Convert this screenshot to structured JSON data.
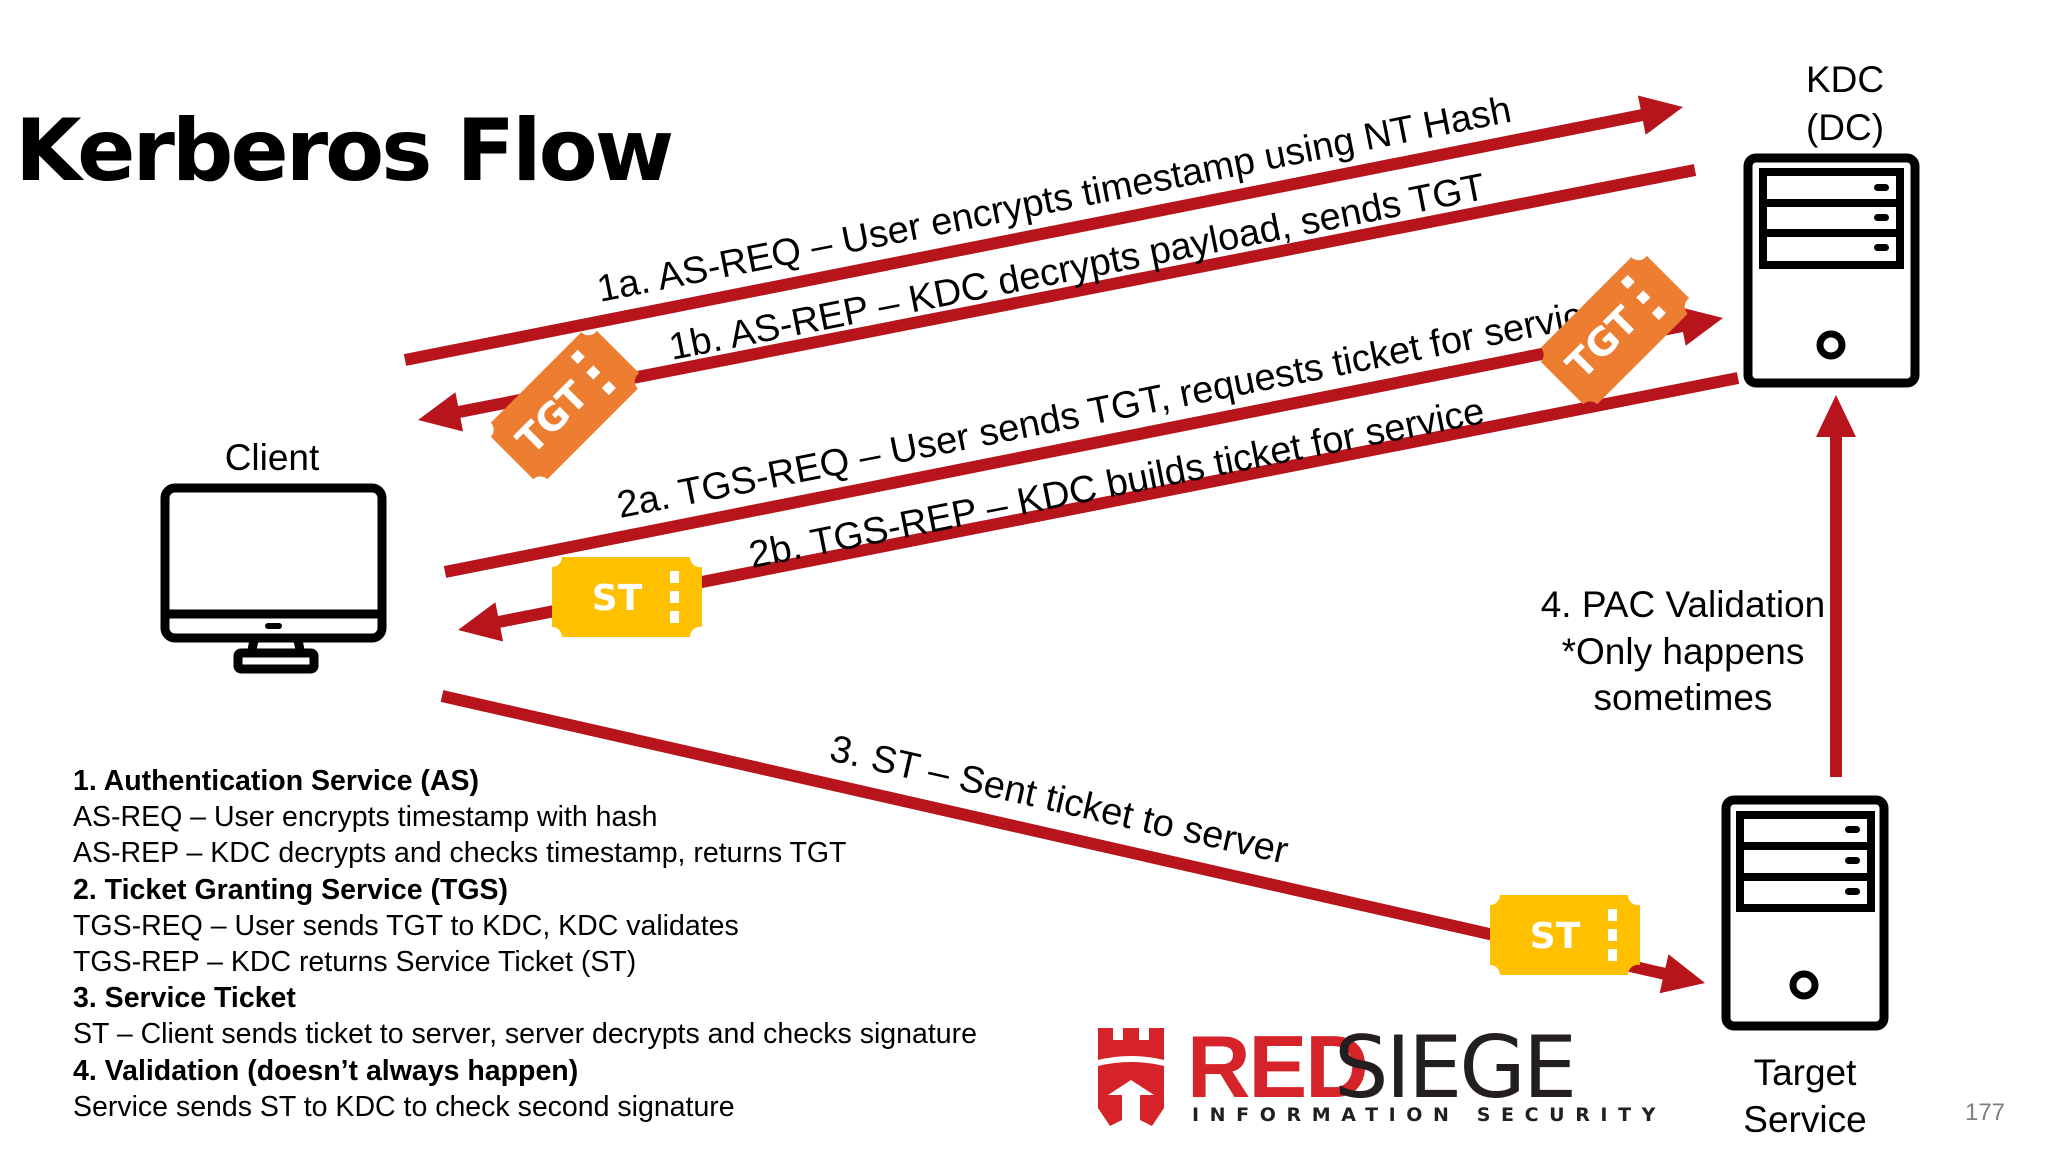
{
  "slide": {
    "title": "Kerberos Flow",
    "page_number": "177"
  },
  "colors": {
    "arrow": "#b7141c",
    "tgt_ticket": "#ed7d31",
    "st_ticket": "#ffc000",
    "brand_red": "#d62229"
  },
  "nodes": {
    "client": "Client",
    "kdc_line1": "KDC",
    "kdc_line2": "(DC)",
    "target_line1": "Target",
    "target_line2": "Service"
  },
  "arrows": {
    "as_req": "1a. AS-REQ – User encrypts timestamp using NT Hash",
    "as_rep": "1b. AS-REP – KDC decrypts payload, sends TGT",
    "tgs_req": "2a. TGS-REQ – User sends TGT, requests ticket for service",
    "tgs_rep": "2b. TGS-REP – KDC builds ticket for service",
    "st": "3. ST – Sent ticket to server",
    "pac_line1": "4. PAC Validation",
    "pac_line2": "*Only happens",
    "pac_line3": "sometimes"
  },
  "tickets": {
    "tgt": "TGT",
    "st": "ST"
  },
  "legend": [
    {
      "text": "1. Authentication Service (AS)",
      "heading": true
    },
    {
      "text": "AS-REQ – User encrypts timestamp with hash",
      "heading": false
    },
    {
      "text": "AS-REP – KDC decrypts and checks timestamp, returns TGT",
      "heading": false
    },
    {
      "text": "2. Ticket Granting Service (TGS)",
      "heading": true
    },
    {
      "text": "TGS-REQ – User sends TGT to KDC, KDC validates",
      "heading": false
    },
    {
      "text": "TGS-REP – KDC returns Service Ticket (ST)",
      "heading": false
    },
    {
      "text": "3. Service Ticket",
      "heading": true
    },
    {
      "text": "ST – Client sends ticket to server, server decrypts and checks signature",
      "heading": false
    },
    {
      "text": "4. Validation (doesn’t always happen)",
      "heading": true
    },
    {
      "text": "Service sends ST to KDC to check second signature",
      "heading": false
    }
  ],
  "logo": {
    "word1": "RED",
    "word2": "SIEGE",
    "tagline": "INFORMATION SECURITY"
  }
}
